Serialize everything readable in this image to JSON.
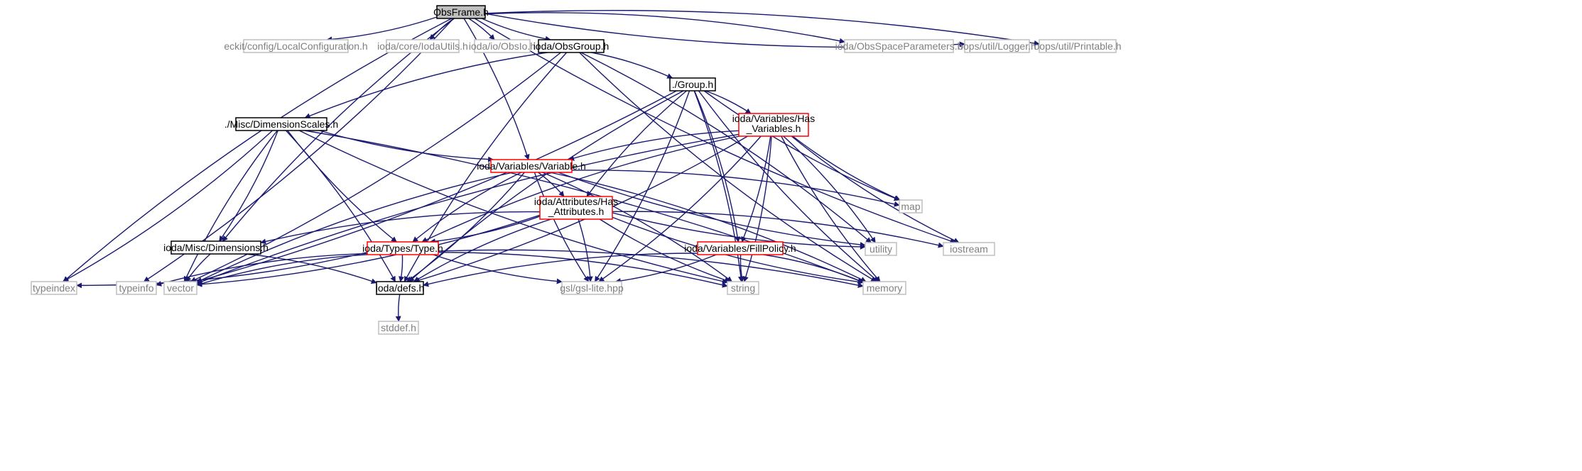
{
  "colors": {
    "edge": "#191970",
    "current_fill": "#bfbfbf",
    "current_border": "#000000",
    "documented_border": "#000000",
    "incomplete_border": "#ff0000",
    "external_border": "#bfbfbf",
    "external_text": "#808080",
    "node_text": "#000000",
    "node_fill": "#ffffff"
  },
  "nodes": [
    {
      "id": "obsframe",
      "label": "ObsFrame.h",
      "kind": "current"
    },
    {
      "id": "lc",
      "label": "eckit/config/LocalConfiguration.h",
      "kind": "external"
    },
    {
      "id": "iodautils",
      "label": "ioda/core/IodaUtils.h",
      "kind": "external"
    },
    {
      "id": "obsio",
      "label": "ioda/io/ObsIo.h",
      "kind": "external"
    },
    {
      "id": "obsgroup",
      "label": "ioda/ObsGroup.h",
      "kind": "documented"
    },
    {
      "id": "osp",
      "label": "ioda/ObsSpaceParameters.h",
      "kind": "external"
    },
    {
      "id": "logger",
      "label": "oops/util/Logger.h",
      "kind": "external"
    },
    {
      "id": "printable",
      "label": "oops/util/Printable.h",
      "kind": "external"
    },
    {
      "id": "group",
      "label": "./Group.h",
      "kind": "documented"
    },
    {
      "id": "dimscales",
      "label": "./Misc/DimensionScales.h",
      "kind": "documented"
    },
    {
      "id": "hasvars",
      "label": [
        "ioda/Variables/Has",
        "_Variables.h"
      ],
      "kind": "incomplete"
    },
    {
      "id": "variable",
      "label": "ioda/Variables/Variable.h",
      "kind": "incomplete"
    },
    {
      "id": "hasattrs",
      "label": [
        "ioda/Attributes/Has",
        "_Attributes.h"
      ],
      "kind": "incomplete"
    },
    {
      "id": "map",
      "label": "map",
      "kind": "external"
    },
    {
      "id": "dimensions",
      "label": "ioda/Misc/Dimensions.h",
      "kind": "documented"
    },
    {
      "id": "type",
      "label": "ioda/Types/Type.h",
      "kind": "incomplete"
    },
    {
      "id": "fillpolicy",
      "label": "ioda/Variables/FillPolicy.h",
      "kind": "incomplete"
    },
    {
      "id": "utility",
      "label": "utility",
      "kind": "external"
    },
    {
      "id": "iostream",
      "label": "iostream",
      "kind": "external"
    },
    {
      "id": "typeindex",
      "label": "typeindex",
      "kind": "external"
    },
    {
      "id": "typeinfo",
      "label": "typeinfo",
      "kind": "external"
    },
    {
      "id": "vector",
      "label": "vector",
      "kind": "external"
    },
    {
      "id": "defs",
      "label": "ioda/defs.h",
      "kind": "documented"
    },
    {
      "id": "gsl",
      "label": "gsl/gsl-lite.hpp",
      "kind": "external"
    },
    {
      "id": "string",
      "label": "string",
      "kind": "external"
    },
    {
      "id": "memory",
      "label": "memory",
      "kind": "external"
    },
    {
      "id": "stddef",
      "label": "stddef.h",
      "kind": "external"
    }
  ],
  "edges": [
    [
      "obsframe",
      "lc"
    ],
    [
      "obsframe",
      "iodautils"
    ],
    [
      "obsframe",
      "obsio"
    ],
    [
      "obsframe",
      "obsgroup"
    ],
    [
      "obsframe",
      "osp"
    ],
    [
      "obsframe",
      "logger"
    ],
    [
      "obsframe",
      "printable"
    ],
    [
      "obsframe",
      "typeindex"
    ],
    [
      "obsframe",
      "typeinfo"
    ],
    [
      "obsframe",
      "dimensions"
    ],
    [
      "obsframe",
      "variable"
    ],
    [
      "obsframe",
      "iostream"
    ],
    [
      "obsgroup",
      "group"
    ],
    [
      "obsgroup",
      "dimscales"
    ],
    [
      "obsgroup",
      "vector"
    ],
    [
      "obsgroup",
      "defs"
    ],
    [
      "obsgroup",
      "utility"
    ],
    [
      "obsgroup",
      "memory"
    ],
    [
      "group",
      "hasvars"
    ],
    [
      "group",
      "hasattrs"
    ],
    [
      "group",
      "fillpolicy"
    ],
    [
      "group",
      "map"
    ],
    [
      "group",
      "gsl"
    ],
    [
      "group",
      "defs"
    ],
    [
      "group",
      "string"
    ],
    [
      "group",
      "memory"
    ],
    [
      "group",
      "vector"
    ],
    [
      "dimscales",
      "variable"
    ],
    [
      "dimscales",
      "dimensions"
    ],
    [
      "dimscales",
      "type"
    ],
    [
      "dimscales",
      "defs"
    ],
    [
      "dimscales",
      "vector"
    ],
    [
      "dimscales",
      "typeindex"
    ],
    [
      "dimscales",
      "string"
    ],
    [
      "dimscales",
      "memory"
    ],
    [
      "hasvars",
      "variable"
    ],
    [
      "hasvars",
      "fillpolicy"
    ],
    [
      "hasvars",
      "type"
    ],
    [
      "hasvars",
      "defs"
    ],
    [
      "hasvars",
      "map"
    ],
    [
      "hasvars",
      "utility"
    ],
    [
      "hasvars",
      "iostream"
    ],
    [
      "hasvars",
      "string"
    ],
    [
      "hasvars",
      "memory"
    ],
    [
      "hasvars",
      "gsl"
    ],
    [
      "hasvars",
      "vector"
    ],
    [
      "variable",
      "hasattrs"
    ],
    [
      "variable",
      "type"
    ],
    [
      "variable",
      "defs"
    ],
    [
      "variable",
      "gsl"
    ],
    [
      "variable",
      "map"
    ],
    [
      "variable",
      "utility"
    ],
    [
      "variable",
      "string"
    ],
    [
      "variable",
      "vector"
    ],
    [
      "variable",
      "memory"
    ],
    [
      "hasattrs",
      "dimensions"
    ],
    [
      "hasattrs",
      "type"
    ],
    [
      "hasattrs",
      "defs"
    ],
    [
      "hasattrs",
      "gsl"
    ],
    [
      "hasattrs",
      "utility"
    ],
    [
      "hasattrs",
      "iostream"
    ],
    [
      "hasattrs",
      "string"
    ],
    [
      "hasattrs",
      "vector"
    ],
    [
      "hasattrs",
      "memory"
    ],
    [
      "dimensions",
      "defs"
    ],
    [
      "dimensions",
      "vector"
    ],
    [
      "type",
      "defs"
    ],
    [
      "type",
      "gsl"
    ],
    [
      "type",
      "string"
    ],
    [
      "type",
      "vector"
    ],
    [
      "type",
      "typeindex"
    ],
    [
      "type",
      "typeinfo"
    ],
    [
      "type",
      "memory"
    ],
    [
      "fillpolicy",
      "defs"
    ],
    [
      "fillpolicy",
      "gsl"
    ],
    [
      "fillpolicy",
      "string"
    ],
    [
      "fillpolicy",
      "memory"
    ],
    [
      "defs",
      "stddef"
    ]
  ]
}
